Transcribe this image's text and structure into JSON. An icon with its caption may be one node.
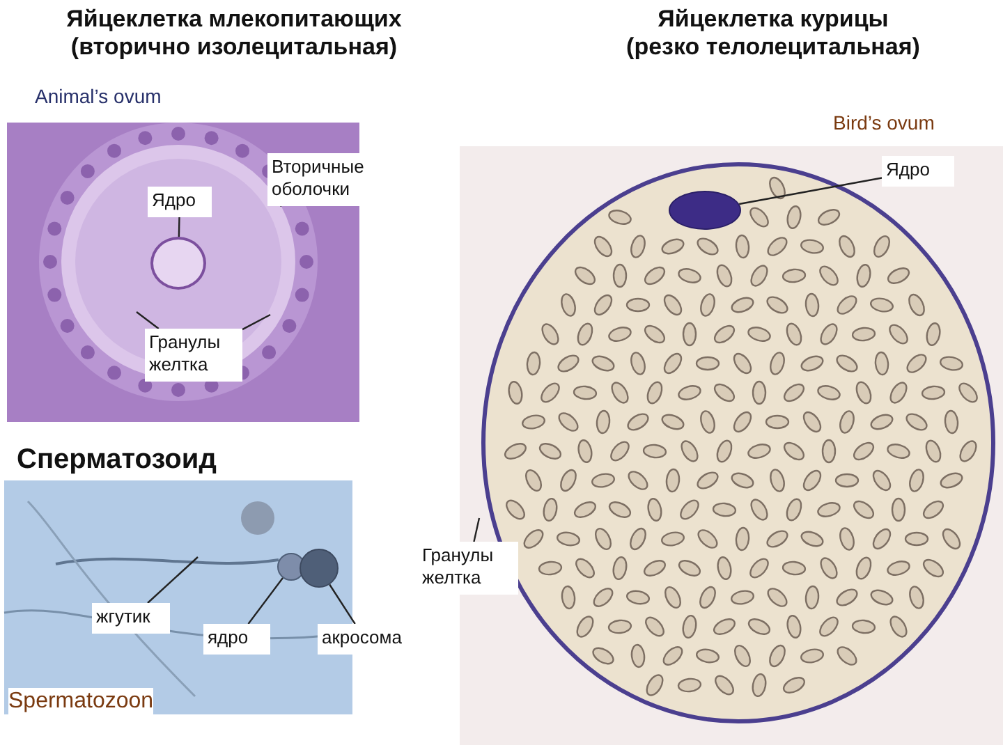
{
  "diagram": {
    "nodes": [
      {
        "text": [
          "Ядро"
        ]
      },
      {
        "text": [],
        "shape": "circle"
      },
      {
        "text": [
          "Вторичные оболочки"
        ]
      },
      {
        "text": [
          "Гранулы желтка"
        ]
      },
      {
        "text": [
          "Ядро"
        ]
      },
      {
        "text": [],
        "shape": "circle"
      },
      {
        "text": [
          "Гранулы желтка"
        ]
      },
      {
        "text": [
          "жгутик"
        ]
      },
      {
        "text": [
          "ядро"
        ]
      },
      {
        "text": [],
        "shape": "circle"
      },
      {
        "text": [
          "акросома"
        ]
      },
      {
        "text": [],
        "shape": "circle"
      }
    ],
    "edges": [
      {
        "from": 0,
        "to": 1,
        "arrow": "none"
      },
      {
        "from": 2,
        "to": null,
        "arrow": "none"
      },
      {
        "from": 3,
        "to": null,
        "arrow": "none"
      },
      {
        "from": 3,
        "to": null,
        "arrow": "none"
      },
      {
        "from": 4,
        "to": 5,
        "arrow": "none"
      },
      {
        "from": 6,
        "to": null,
        "arrow": "none"
      },
      {
        "from": 7,
        "to": null,
        "arrow": "none"
      },
      {
        "from": 8,
        "to": 9,
        "arrow": "none"
      },
      {
        "from": 10,
        "to": 11,
        "arrow": "none"
      }
    ],
    "labels": [
      "Яйцеклетка млекопитающих (вторично изолецитальная)",
      "Яйцеклетка курицы (резко телолецитальная)",
      "Animal’s ovum",
      "Bird’s ovum",
      "Сперматозоид",
      "Spermatozoon"
    ]
  }
}
